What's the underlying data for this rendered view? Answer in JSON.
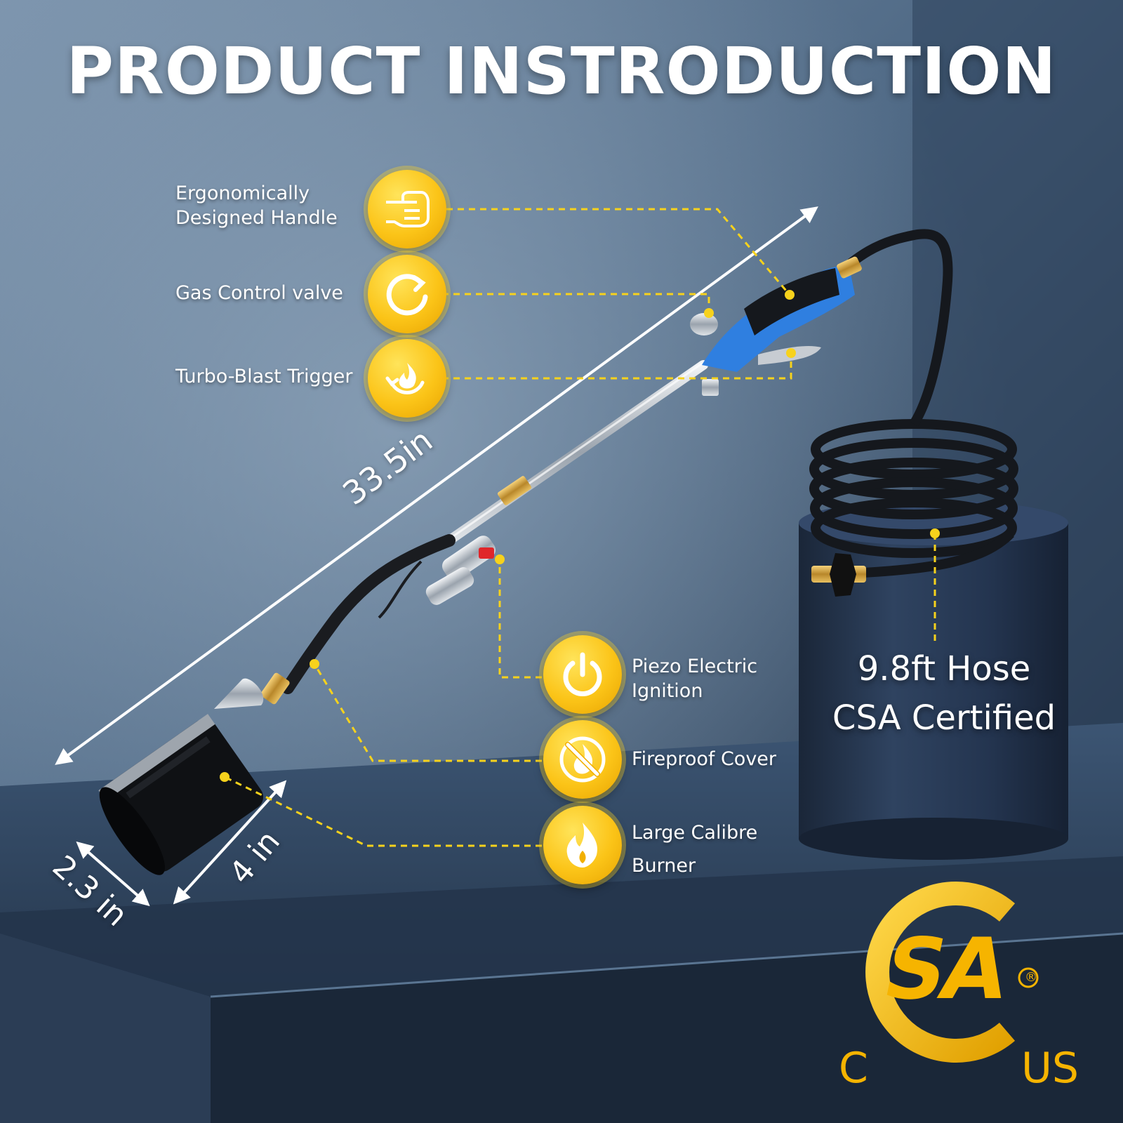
{
  "title": "PRODUCT INSTRODUCTION",
  "features": [
    {
      "label_lines": [
        "Ergonomically",
        "Designed Handle"
      ],
      "icon": "fist-icon"
    },
    {
      "label_lines": [
        "Gas Control valve"
      ],
      "icon": "rotate-arrow-icon"
    },
    {
      "label_lines": [
        "Turbo-Blast Trigger"
      ],
      "icon": "flame-cycle-icon"
    },
    {
      "label_lines": [
        "Piezo Electric",
        "Ignition"
      ],
      "icon": "power-icon"
    },
    {
      "label_lines": [
        "Fireproof Cover"
      ],
      "icon": "no-fire-icon"
    },
    {
      "label_lines": [
        "Large Calibre",
        "Burner"
      ],
      "icon": "flame-icon"
    }
  ],
  "hose": {
    "line1": "9.8ft Hose",
    "line2": "CSA Certified"
  },
  "dimensions": {
    "length": "33.5in",
    "nozzle_length": "4 in",
    "nozzle_diameter": "2.3 in"
  },
  "certification": {
    "mark": "SA",
    "left": "C",
    "right": "US",
    "registered": "®"
  },
  "colors": {
    "accent_yellow": "#fbc418",
    "handle_blue": "#2f7fe0",
    "background": "#3f5a78"
  }
}
